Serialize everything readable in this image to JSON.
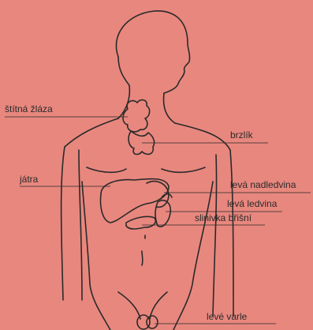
{
  "diagram": {
    "labels": {
      "thyroid": "štítná žláza",
      "thymus": "brzlík",
      "liver": "játra",
      "adrenal": "levá nadledvina",
      "kidney": "levá ledvina",
      "pancreas": "slinivka břišní",
      "testis": "levé varle"
    }
  },
  "colors": {
    "background": "#e8877e",
    "line": "#2a2a2a"
  }
}
